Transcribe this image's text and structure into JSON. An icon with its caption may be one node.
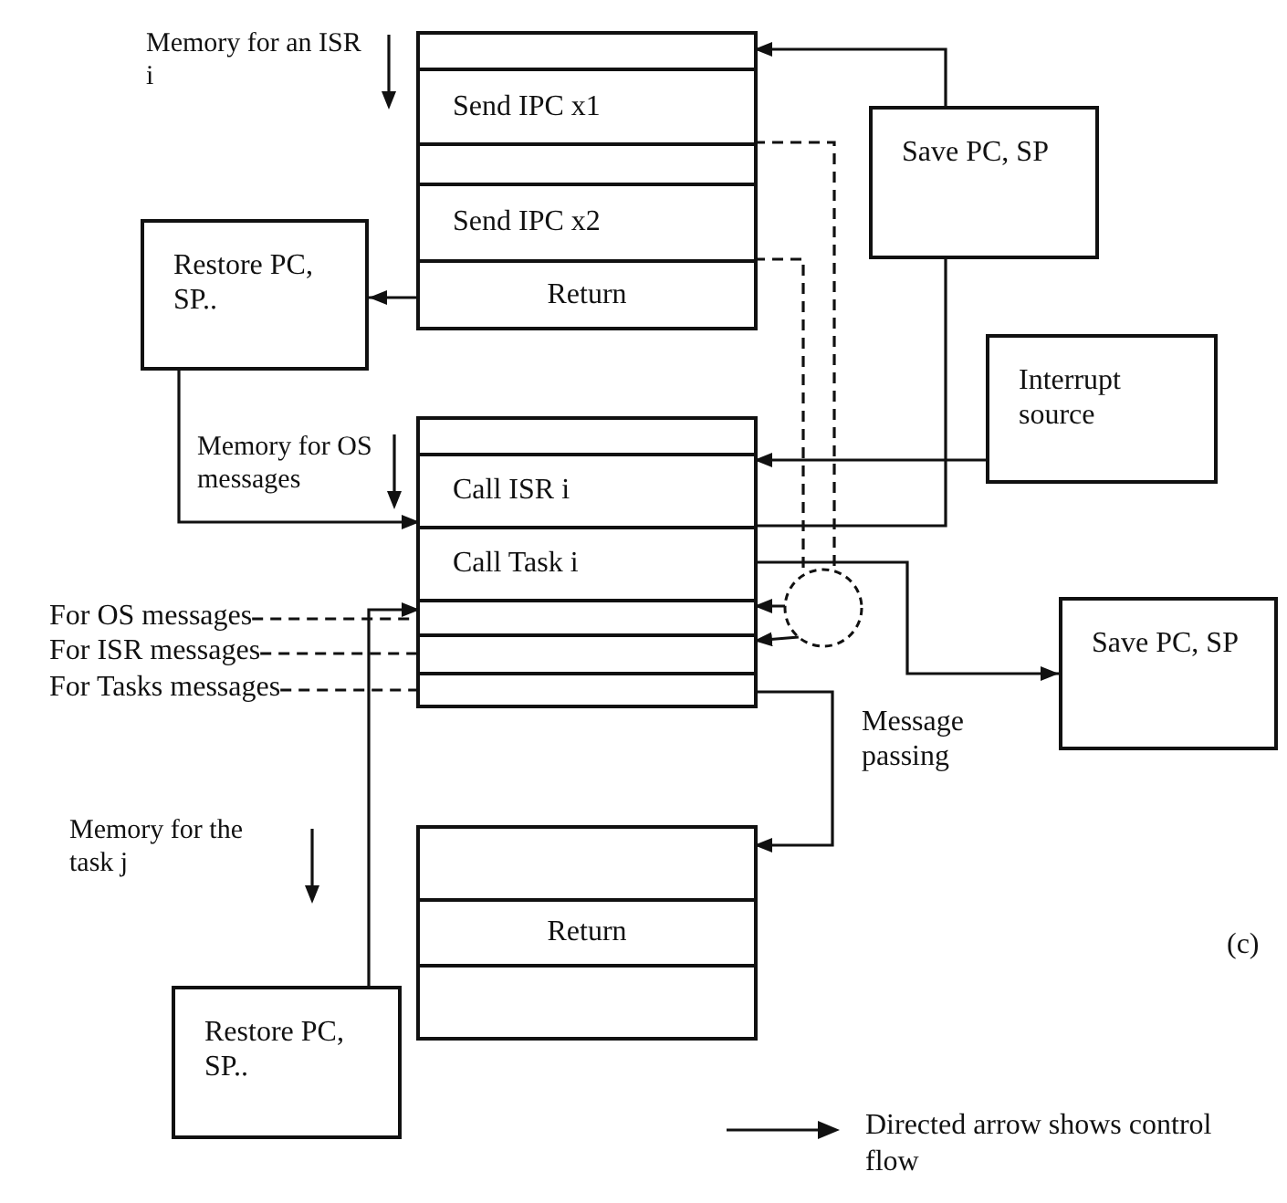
{
  "diagram": {
    "nodes": [
      {
        "text": [
          "Memory for an ISR i"
        ]
      },
      {
        "text": [],
        "shape": "box",
        "in": 0
      },
      {
        "text": [
          "Send IPC x1"
        ],
        "in": 0
      },
      {
        "text": [],
        "shape": "box",
        "in": 0
      },
      {
        "text": [
          "Send IPC x2"
        ],
        "in": 0
      },
      {
        "text": [
          "Return"
        ],
        "in": 0
      },
      {
        "text": [
          "Save PC, SP"
        ]
      },
      {
        "text": [
          "Restore PC, SP.."
        ]
      },
      {
        "text": [
          "Memory for OS messages"
        ]
      },
      {
        "text": [],
        "shape": "box",
        "in": 8
      },
      {
        "text": [
          "Call ISR i"
        ],
        "in": 8
      },
      {
        "text": [
          "Call Task i"
        ],
        "in": 8
      },
      {
        "text": [],
        "shape": "box",
        "in": 8
      },
      {
        "text": [],
        "shape": "box",
        "in": 8
      },
      {
        "text": [],
        "shape": "box",
        "in": 8
      },
      {
        "text": [
          "For OS messages"
        ]
      },
      {
        "text": [
          "For ISR messages"
        ]
      },
      {
        "text": [
          "For Tasks messages"
        ]
      },
      {
        "text": [
          "Interrupt source"
        ]
      },
      {
        "text": [
          "Save PC, SP"
        ]
      },
      {
        "text": [
          "Memory for the task j"
        ]
      },
      {
        "text": [],
        "shape": "box",
        "in": 20
      },
      {
        "text": [
          "Return"
        ],
        "in": 20
      },
      {
        "text": [],
        "shape": "box",
        "in": 20
      },
      {
        "text": [
          "Restore PC, SP.."
        ]
      },
      {
        "text": [],
        "shape": "circle"
      }
    ],
    "edges": [
      {
        "from": 6,
        "to": 1,
        "arrow": "to"
      },
      {
        "from": 5,
        "to": 7,
        "arrow": "to"
      },
      {
        "from": 7,
        "to": 10,
        "arrow": "to"
      },
      {
        "from": 10,
        "to": 6,
        "arrow": "none"
      },
      {
        "from": 18,
        "to": 10,
        "arrow": "to"
      },
      {
        "from": 11,
        "to": 19,
        "arrow": "to",
        "label": "Message passing"
      },
      {
        "from": 2,
        "to": 25,
        "arrow": "none",
        "style": "dashed"
      },
      {
        "from": 4,
        "to": 25,
        "arrow": "none",
        "style": "dashed"
      },
      {
        "from": 25,
        "to": 12,
        "arrow": "to"
      },
      {
        "from": 25,
        "to": 13,
        "arrow": "to"
      },
      {
        "from": 24,
        "to": 12,
        "arrow": "to"
      },
      {
        "from": 14,
        "to": 21,
        "arrow": "to"
      },
      {
        "from": 15,
        "to": 12,
        "arrow": "none",
        "style": "dashed"
      },
      {
        "from": 16,
        "to": 13,
        "arrow": "none",
        "style": "dashed"
      },
      {
        "from": 17,
        "to": 14,
        "arrow": "none",
        "style": "dashed"
      }
    ],
    "labels": [
      "(c)"
    ],
    "legend": [
      {
        "text": "Directed arrow shows control flow"
      }
    ]
  }
}
